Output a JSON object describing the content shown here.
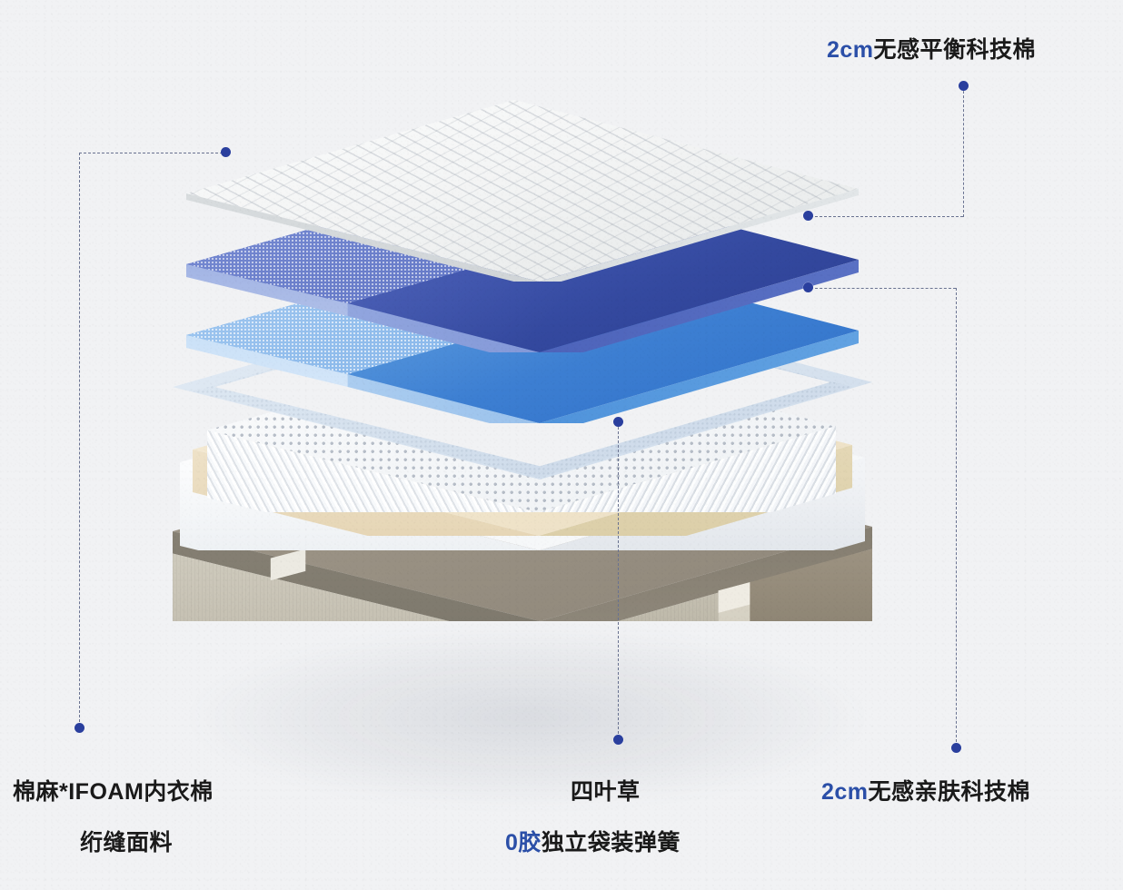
{
  "background_color": "#f1f2f4",
  "accent_color": "#2b4fa8",
  "dot_color": "#2a3f9e",
  "leader_color": "#6a7391",
  "product": {
    "type": "mattress-exploded-diagram",
    "layer_count": 5
  },
  "labels": {
    "top_right": {
      "id": "balance-tech-cotton",
      "highlight": "2cm",
      "rest": "无感平衡科技棉",
      "full": "2cm无感平衡科技棉"
    },
    "bottom_right": {
      "id": "skin-friendly-tech-cotton",
      "highlight": "2cm",
      "rest": "无感亲肤科技棉",
      "full": "2cm无感亲肤科技棉"
    },
    "bottom_left": {
      "id": "cotton-linen-quilted-fabric",
      "line1": "棉麻*IFOAM内衣棉",
      "line2": "绗缝面料"
    },
    "bottom_center": {
      "id": "four-leaf-clover-pocket-springs",
      "line1": "四叶草",
      "line2_highlight": "0胶",
      "line2_rest": "独立袋装弹簧",
      "line2_full": "0胶独立袋装弹簧"
    }
  },
  "layers": [
    {
      "name": "quilted-fabric-cover",
      "color": "#f2f4f4",
      "label_ref": "bottom_left"
    },
    {
      "name": "dark-blue-foam",
      "color": "#3d52a8",
      "label_ref": "top_right"
    },
    {
      "name": "light-blue-foam",
      "color": "#4f91da",
      "label_ref": "bottom_right"
    },
    {
      "name": "mesh-frame-sheet",
      "color": "#dbe5ef",
      "label_ref": null
    },
    {
      "name": "pocket-coil-springs",
      "color": "#f6f8fa",
      "label_ref": "bottom_center"
    },
    {
      "name": "beige-foam-border",
      "color": "#f0e3c8",
      "label_ref": null
    },
    {
      "name": "white-mattress-base",
      "color": "#ffffff",
      "label_ref": null
    },
    {
      "name": "fabric-base-box",
      "color": "#cdc9bd",
      "label_ref": null
    }
  ],
  "leader_lines": [
    {
      "name": "leader-top-right",
      "from": "dark-blue-foam",
      "to": "top_right"
    },
    {
      "name": "leader-bottom-right",
      "from": "light-blue-foam",
      "to": "bottom_right"
    },
    {
      "name": "leader-bottom-left",
      "from": "quilted-fabric-cover",
      "to": "bottom_left"
    },
    {
      "name": "leader-bottom-center",
      "from": "pocket-coil-springs",
      "to": "bottom_center"
    }
  ]
}
